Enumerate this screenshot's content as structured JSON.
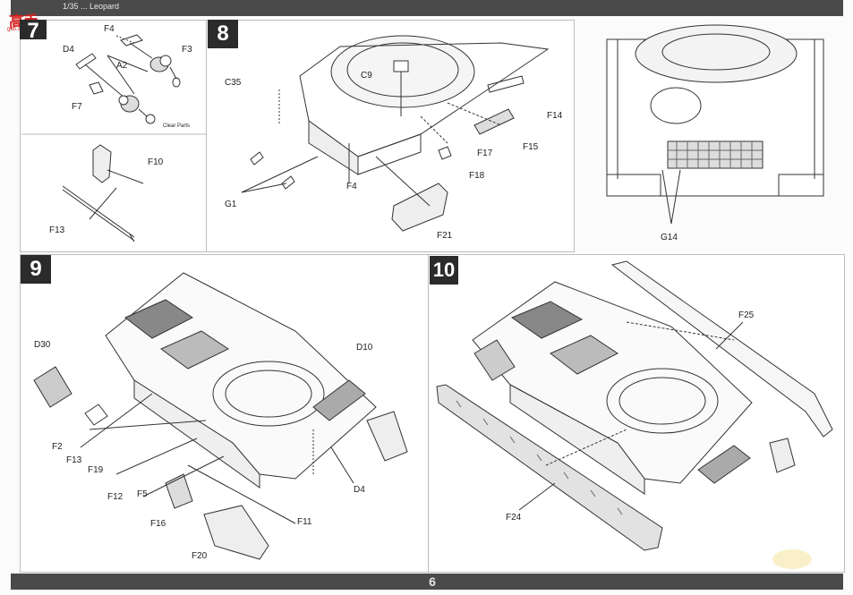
{
  "header": {
    "logo_text": "高手",
    "logo_sub": "gao.shou.com",
    "title_fragment": "1/35 ... Leopard"
  },
  "footer": {
    "page_number": "6"
  },
  "steps": [
    {
      "number": "7",
      "parts": [
        "F4",
        "D4",
        "F3",
        "A2",
        "F7",
        "Clear Parts",
        "F10",
        "F13"
      ]
    },
    {
      "number": "8",
      "parts": [
        "C35",
        "C9",
        "F14",
        "F15",
        "F17",
        "F18",
        "F4",
        "G1",
        "F21",
        "G14"
      ]
    },
    {
      "number": "9",
      "parts": [
        "D30",
        "D10",
        "F2",
        "F13",
        "F19",
        "F12",
        "F5",
        "F16",
        "F20",
        "F11",
        "D4"
      ]
    },
    {
      "number": "10",
      "parts": [
        "F25",
        "F24"
      ]
    }
  ],
  "labels": {
    "s7_f4": "F4",
    "s7_d4": "D4",
    "s7_f3": "F3",
    "s7_a2": "A2",
    "s7_f7": "F7",
    "s7_clear": "Clear Parts",
    "s7_f10": "F10",
    "s7_f13": "F13",
    "s8_c35": "C35",
    "s8_c9": "C9",
    "s8_f14": "F14",
    "s8_f15": "F15",
    "s8_f17": "F17",
    "s8_f18": "F18",
    "s8_f4": "F4",
    "s8_g1": "G1",
    "s8_f21": "F21",
    "s8_g14": "G14",
    "s9_d30": "D30",
    "s9_d10": "D10",
    "s9_f2": "F2",
    "s9_f13": "F13",
    "s9_f19": "F19",
    "s9_f12": "F12",
    "s9_f5": "F5",
    "s9_f16": "F16",
    "s9_f20": "F20",
    "s9_f11": "F11",
    "s9_d4": "D4",
    "s10_f25": "F25",
    "s10_f24": "F24"
  },
  "colors": {
    "bar": "#4a4a4a",
    "badge": "#2b2b2b",
    "line": "#333333",
    "logo": "#d42020"
  }
}
